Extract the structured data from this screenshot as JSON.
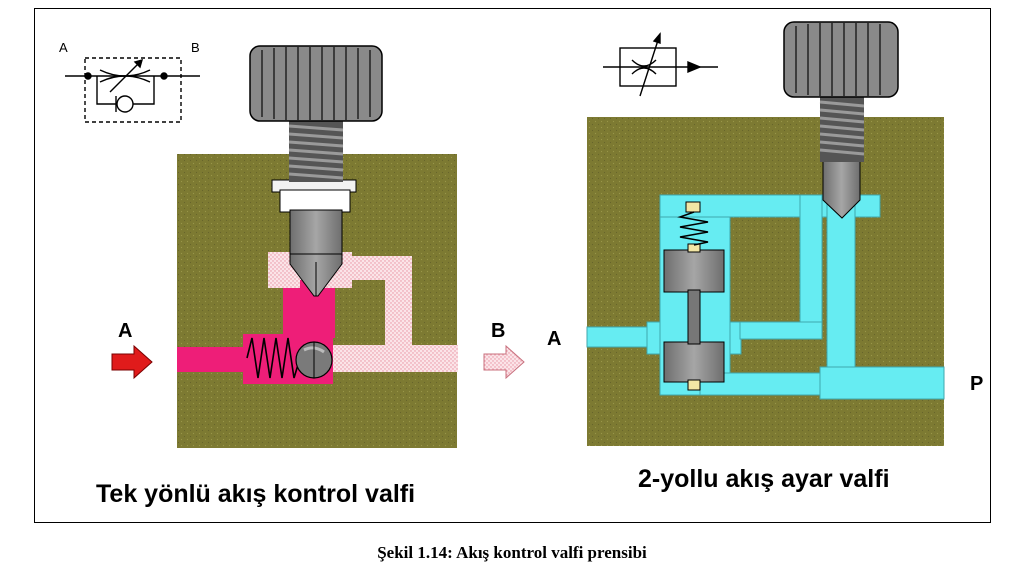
{
  "figure": {
    "caption": "Şekil 1.14: Akış kontrol valfi prensibi"
  },
  "left_valve": {
    "title": "Tek yönlü akış kontrol valfi",
    "port_in": "A",
    "port_out": "B",
    "symbol_port_a": "A",
    "symbol_port_b": "B"
  },
  "right_valve": {
    "title": "2-yollu akış ayar valfi",
    "port_a": "A",
    "port_p": "P"
  },
  "colors": {
    "body_olive": "#7d7a32",
    "flow_magenta": "#ee1e78",
    "flow_cyan": "#66ecf2",
    "knob_gray": "#8c8c8c",
    "arrow_red": "#e01b1b"
  }
}
